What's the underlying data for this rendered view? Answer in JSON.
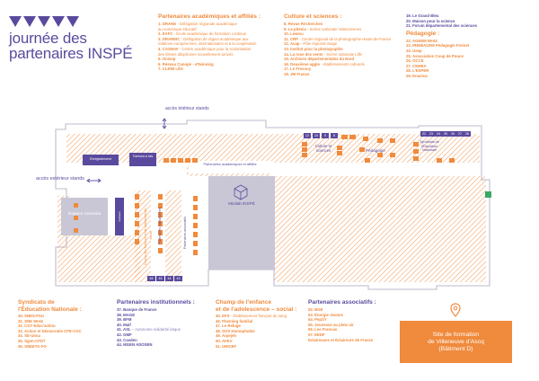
{
  "logo": {
    "title_line1": "journée des",
    "title_line2": "partenaires INSPÉ"
  },
  "academic": {
    "heading": "Partenaires académiques et affiliés :",
    "items": [
      {
        "label": "1. DRANE",
        "sub": " - Délégation régionale académique"
      },
      {
        "label": "",
        "sub": "au numérique éducatif"
      },
      {
        "label": "2. EAFC",
        "sub": " - Ecole académique de formation continue"
      },
      {
        "label": "3. DRAREIC",
        "sub": " - Délégation de région académique aux"
      },
      {
        "label": "",
        "sub": "relations européennes, internationales et à la coopération"
      },
      {
        "label": "4. CASNAV",
        "sub": " - Centre académique pour la scolarisation"
      },
      {
        "label": "",
        "sub": "des élèves allophones nouvellement arrivés"
      },
      {
        "label": "5. Onisep",
        "sub": ""
      },
      {
        "label": "6. Réseau Canopé - eTwinning",
        "sub": ""
      },
      {
        "label": "7. CLEMI Lille",
        "sub": ""
      }
    ]
  },
  "culture": {
    "heading": "Culture et sciences :",
    "items": [
      {
        "label": "8. Revue Recherches",
        "sub": ""
      },
      {
        "label": "9. Le phénix",
        "sub": " - Scène nationale Valenciennes"
      },
      {
        "label": "10. Lewicu",
        "sub": ""
      },
      {
        "label": "11. CRP",
        "sub": " - Centre régional de la photographie Hauts-de-France"
      },
      {
        "label": "12. Acap",
        "sub": " - Pôle régional image"
      },
      {
        "label": "13. Institut pour la photographie",
        "sub": ""
      },
      {
        "label": "14. La rose des vents",
        "sub": " - Scène nationale Lille"
      },
      {
        "label": "15. Archives départementales du Nord",
        "sub": ""
      },
      {
        "label": "16. Deuxième agglo",
        "sub": " - établissements culturels"
      },
      {
        "label": "17. Le Fresnoy",
        "sub": ""
      },
      {
        "label": "18. JM France",
        "sub": ""
      }
    ]
  },
  "culture2": {
    "items": [
      {
        "label": "19. Le Grand Bleu"
      },
      {
        "label": "20. Maison pour la science"
      },
      {
        "label": "21. Forum départemental des sciences"
      }
    ]
  },
  "pedagogie": {
    "heading": "Pédagogie :",
    "items": [
      {
        "label": "22. AGEEM 59-62"
      },
      {
        "label": "23. IREM/ACEM Pédagogie Freinet"
      },
      {
        "label": "24. Usep"
      },
      {
        "label": "25. Association Coup de Pouce"
      },
      {
        "label": "26. OCCE"
      },
      {
        "label": "27. CEMEA"
      },
      {
        "label": "28. L'ESPER"
      },
      {
        "label": "29. Enactus"
      }
    ]
  },
  "syndicats": {
    "heading1": "Syndicats de",
    "heading2": "l'Éducation Nationale :",
    "items": [
      {
        "label": "30. SNES-FSU"
      },
      {
        "label": "31. SNE 59-62"
      },
      {
        "label": "32. CGT Éduc'action"
      },
      {
        "label": "33. Action et Démocratie CFE-CGC"
      },
      {
        "label": "34. SE-Unsa"
      },
      {
        "label": "35. Sgen-CFDT"
      },
      {
        "label": "36. SNEETA-FO"
      }
    ]
  },
  "institutionnels": {
    "heading": "Partenaires institutionnels :",
    "items": [
      {
        "label": "37. Banque de France",
        "sub": ""
      },
      {
        "label": "38. MAGE",
        "sub": ""
      },
      {
        "label": "39. BFM",
        "sub": ""
      },
      {
        "label": "40. Maif",
        "sub": ""
      },
      {
        "label": "41. ASL",
        "sub": " – Autonome solidarité laïque"
      },
      {
        "label": "42. GMF",
        "sub": ""
      },
      {
        "label": "43. Casden",
        "sub": ""
      },
      {
        "label": "44. MGEN ADOSEN",
        "sub": ""
      }
    ]
  },
  "enfance": {
    "heading1": "Champ de l'enfance",
    "heading2": "et de l'adolescence – social :",
    "items": [
      {
        "label": "45. EFS",
        "sub": " - Établissement français du sang"
      },
      {
        "label": "46. Planning familial",
        "sub": ""
      },
      {
        "label": "47. Le Refuge",
        "sub": ""
      },
      {
        "label": "48. SOS Homophobie",
        "sub": ""
      },
      {
        "label": "49. Arpejeh",
        "sub": ""
      },
      {
        "label": "50. AFEV",
        "sub": ""
      },
      {
        "label": "51. UNICEF",
        "sub": ""
      }
    ]
  },
  "associatifs": {
    "heading": "Partenaires associatifs :",
    "items": [
      {
        "label": "52. BGE"
      },
      {
        "label": "53. Énergie Jeunes"
      },
      {
        "label": "54. PepSY"
      },
      {
        "label": "55. Jeunesse au plein air"
      },
      {
        "label": "56. Les Francas"
      },
      {
        "label": "57. EEDF"
      },
      {
        "label": "Éclaireuses et Éclaireurs de France"
      }
    ]
  },
  "map": {
    "acces_interieur": "accès intérieur stands",
    "acces_exterieur": "accès extérieur stands",
    "enregistrement": "Enregistrement",
    "tombola": "Tombola à lots",
    "culture_label": "Culture et sciences",
    "pedagogie_label": "Pédagogie",
    "syndicats_label": "Syndicats de l'Éducation Nationale",
    "academiques_label": "Partenaires académiques et affiliés",
    "minilab_label": "Minilab INSPÉ",
    "espace_label": "Espace convivial",
    "vestiaire_label": "Vestiaire",
    "institutionnels_label": "Partenaires institutionnels",
    "enfance_label": "Champ de l'enfance et de l'adolescence – social",
    "associatifs_label": "Partenaires associatifs",
    "badges_top": [
      "12",
      "10",
      "9",
      "8",
      "22",
      "23",
      "24",
      "25",
      "26",
      "27",
      "28"
    ],
    "badges_bottom": [
      "46",
      "45",
      "44",
      "43"
    ]
  },
  "site": {
    "line1": "Site de formation",
    "line2": "de Villeneuve d'Ascq",
    "line3": "(Bâtiment D)"
  },
  "colors": {
    "orange": "#f08a3c",
    "purple": "#5a4a9e",
    "grey": "#c9c7d6"
  }
}
